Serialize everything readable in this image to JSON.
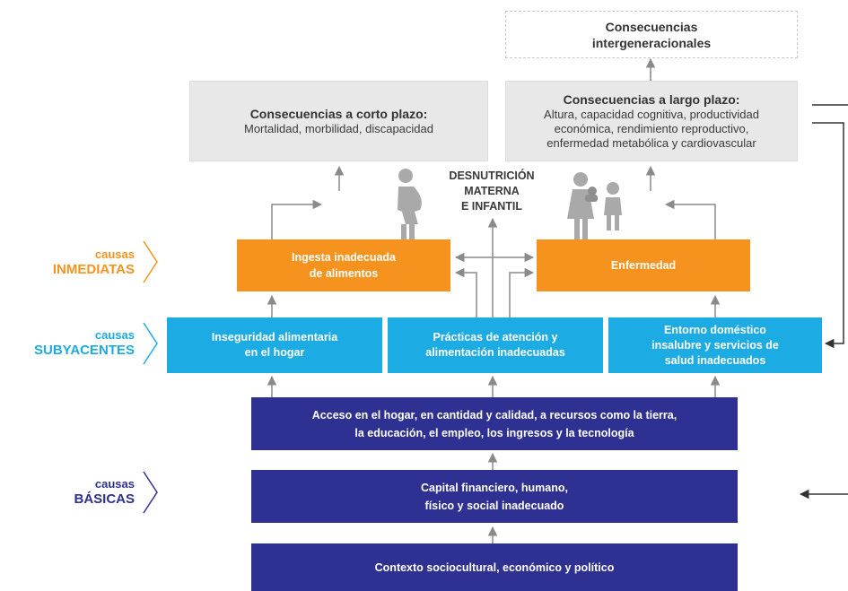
{
  "consequences": {
    "intergenerational": {
      "lines": [
        "Consecuencias",
        "intergeneracionales"
      ]
    },
    "short_term": {
      "title": "Consecuencias a corto plazo:",
      "description": "Mortalidad, morbilidad, discapacidad"
    },
    "long_term": {
      "title": "Consecuencias a largo plazo:",
      "description_lines": [
        "Altura, capacidad cognitiva, productividad",
        "económica, rendimiento reproductivo,",
        "enfermedad metabólica y cardiovascular"
      ]
    }
  },
  "center_label": {
    "lines": [
      "DESNUTRICIÓN",
      "MATERNA",
      "E INFANTIL"
    ]
  },
  "cause_levels": {
    "immediate": {
      "small": "causas",
      "big": "INMEDIATAS",
      "color": "#f6921e"
    },
    "underlying": {
      "small": "causas",
      "big": "SUBYACENTES",
      "color": "#1cabe2"
    },
    "basic": {
      "small": "causas",
      "big": "BÁSICAS",
      "color": "#2e3192"
    }
  },
  "immediate_causes": {
    "food_intake": {
      "lines": [
        "Ingesta inadecuada",
        "de alimentos"
      ]
    },
    "disease": {
      "label": "Enfermedad"
    }
  },
  "underlying_causes": {
    "food_insecurity": {
      "lines": [
        "Inseguridad alimentaria",
        "en el hogar"
      ]
    },
    "care_practices": {
      "lines": [
        "Prácticas de atención y",
        "alimentación inadecuadas"
      ]
    },
    "environment": {
      "lines": [
        "Entorno doméstico",
        "insalubre y servicios de",
        "salud inadecuados"
      ]
    }
  },
  "basic_causes": {
    "access": {
      "lines": [
        "Acceso en el hogar, en cantidad y calidad, a recursos como la tierra,",
        "la educación, el empleo, los ingresos y la tecnología"
      ]
    },
    "capital": {
      "lines": [
        "Capital financiero, humano,",
        "físico y social inadecuado"
      ]
    },
    "context": {
      "label": "Contexto sociocultural, económico y político"
    }
  },
  "colors": {
    "orange": "#f6921e",
    "cyan": "#1cabe2",
    "navy": "#2e3192",
    "gray_box": "#e8e8e8",
    "arrow_gray": "#8a8a8a",
    "figure_gray": "#a9a9a9"
  },
  "icons": [
    "pregnant-woman-icon",
    "mother-with-baby-icon",
    "child-icon",
    "chevron-right-icon"
  ]
}
